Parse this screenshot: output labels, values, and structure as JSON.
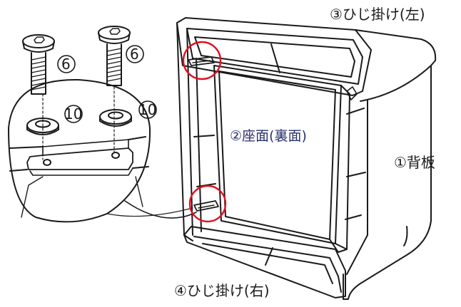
{
  "labels": {
    "armrest_left": "③ひじ掛け(左)",
    "armrest_right": "④ひじ掛け(右)",
    "backboard": "①背板",
    "seat_back": "②座面(裏面)"
  },
  "screws": {
    "bolt_count_1": "6",
    "bolt_count_2": "6",
    "washer_count_1": "10",
    "washer_count_2": "10"
  },
  "colors": {
    "line": "#1a1a1a",
    "highlight": "#e01020",
    "accent_text": "#2a2f6e"
  },
  "icons": [
    "bolt-icon",
    "washer-icon",
    "callout-circle-icon"
  ]
}
